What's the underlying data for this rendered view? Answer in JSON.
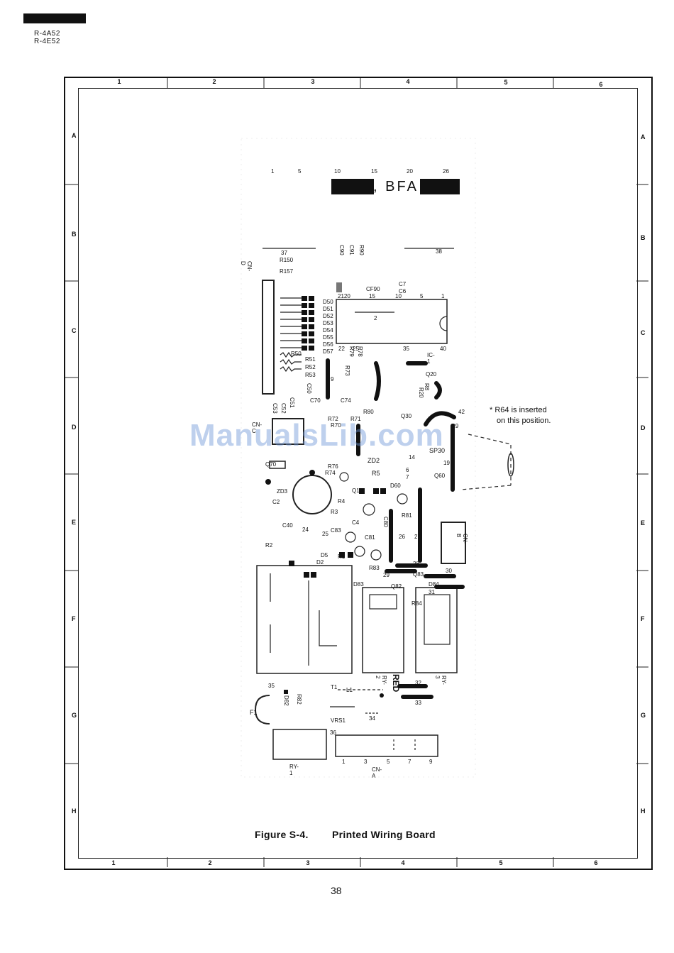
{
  "header": {
    "models": [
      "R-4A52",
      "R-4E52"
    ]
  },
  "grid": {
    "columns": [
      "1",
      "2",
      "3",
      "4",
      "5",
      "6"
    ],
    "rows": [
      "A",
      "B",
      "C",
      "D",
      "E",
      "F",
      "G",
      "H"
    ]
  },
  "board": {
    "code_label": ", BFA",
    "top_pin_numbers": [
      "1",
      "5",
      "10",
      "15",
      "20",
      "26"
    ],
    "pin_38": "38",
    "pin_37": "37",
    "refs": {
      "r150": "R150",
      "r157": "R157",
      "cn_d": "CN-D",
      "c90": "C90",
      "c91": "C91",
      "r90": "R90",
      "cf90": "CF90",
      "c7": "C7",
      "c6": "C6",
      "ic2": "2",
      "ic1": "IC-1",
      "d50": "D50",
      "d51": "D51",
      "d52": "D52",
      "d53": "D53",
      "d54": "D54",
      "d55": "D55",
      "d56": "D56",
      "d57": "D57",
      "r50": "R50",
      "r51": "R51",
      "r52": "R52",
      "r53": "R53",
      "r73": "R73",
      "r79": "R79",
      "r78": "R78",
      "q20": "Q20",
      "r8": "R8",
      "r20": "R20",
      "c53": "C53",
      "c52": "C52",
      "c51": "C51",
      "c50": "C50",
      "c70": "C70",
      "c74": "C74",
      "cn_c": "CN-C",
      "r80": "R80",
      "q30": "Q30",
      "r72": "R72",
      "r70": "R70",
      "r71": "R71",
      "q70": "Q70",
      "zd2": "ZD2",
      "r5": "R5",
      "sp30": "SP30",
      "r9": "R9",
      "q60": "Q60",
      "zd3": "ZD3",
      "c2": "C2",
      "r76": "R76",
      "r74": "R74",
      "q10": "Q10",
      "d60": "D60",
      "c80": "C80",
      "r81": "R81",
      "r3": "R3",
      "c4": "C4",
      "r4": "R4",
      "c83": "C83",
      "c81": "C81",
      "c40": "C40",
      "r2": "R2",
      "r1": "R1",
      "d5": "D5",
      "d2": "D2",
      "cn_b": "CN-B",
      "q83": "Q83",
      "q82": "Q82",
      "r83": "R83",
      "r84": "R84",
      "d83": "D83",
      "d84": "D84",
      "l1": "L1",
      "t1": "T1",
      "ry2": "RY-2",
      "ry3": "RY-3",
      "red": "RED",
      "f1": "F1",
      "d82": "D82",
      "r82": "R82",
      "vrs1": "VRS1",
      "ry1": "RY-1",
      "cn_a": "CN-A",
      "n35": "35",
      "n36": "36",
      "n32": "32",
      "n33": "33",
      "n34": "34",
      "n30": "30",
      "n31": "31",
      "n29": "29",
      "n28": "28",
      "n27": "27",
      "n26": "26",
      "n24": "24",
      "n25": "25",
      "n42": "42",
      "n40": "40",
      "n35b": "35",
      "n22": "22",
      "n25b": "25",
      "n10": "10",
      "n5": "5",
      "n1": "1",
      "n15": "15",
      "n2120": "2120",
      "n14": "14",
      "n6": "6",
      "n7": "7",
      "n9": "9",
      "n19": "19"
    },
    "cn_a_pins": [
      "1",
      "3",
      "5",
      "7",
      "9"
    ]
  },
  "note": {
    "line1": "* R64 is inserted",
    "line2": "on this position."
  },
  "watermark": "ManualsLib.com",
  "caption": {
    "figure": "Figure S-4.",
    "title": "Printed Wiring Board"
  },
  "page_number": "38"
}
